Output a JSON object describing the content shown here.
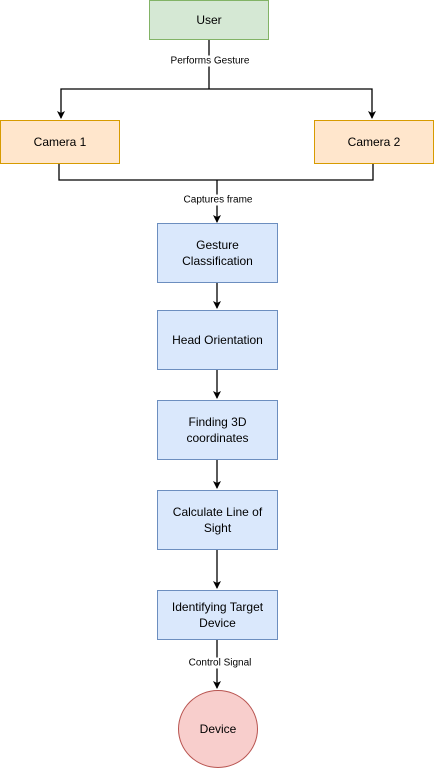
{
  "nodes": {
    "user": "User",
    "camera1": "Camera 1",
    "camera2": "Camera 2",
    "gesture": "Gesture Classification",
    "head": "Head Orientation",
    "finding": "Finding 3D coordinates",
    "line_of_sight": "Calculate Line of Sight",
    "identifying": "Identifying Target Device",
    "device": "Device"
  },
  "edges": {
    "performs": "Performs Gesture",
    "captures": "Captures frame",
    "control": "Control Signal"
  },
  "colors": {
    "green_fill": "#d5e8d4",
    "green_stroke": "#82b366",
    "orange_fill": "#ffe6cc",
    "orange_stroke": "#d79b00",
    "blue_fill": "#dae8fc",
    "blue_stroke": "#6c8ebf",
    "red_fill": "#f8cecc",
    "red_stroke": "#b85450"
  }
}
